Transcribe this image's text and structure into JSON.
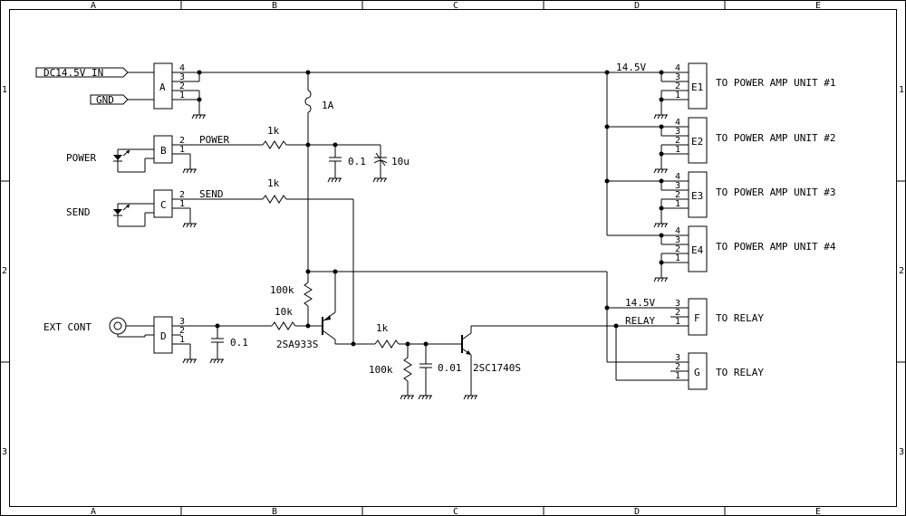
{
  "frame": {
    "cols": [
      "A",
      "B",
      "C",
      "D",
      "E"
    ],
    "rows": [
      "1",
      "2",
      "3"
    ]
  },
  "inputs": {
    "dc_in": "DC14.5V IN",
    "gnd": "GND",
    "power": "POWER",
    "send": "SEND",
    "ext_cont": "EXT CONT"
  },
  "connectors": {
    "A": {
      "name": "A",
      "pins": [
        "4",
        "3",
        "2",
        "1"
      ]
    },
    "B": {
      "name": "B",
      "pins": [
        "2",
        "1"
      ]
    },
    "C": {
      "name": "C",
      "pins": [
        "2",
        "1"
      ]
    },
    "D": {
      "name": "D",
      "pins": [
        "3",
        "2",
        "1"
      ]
    },
    "E1": {
      "name": "E1",
      "pins": [
        "4",
        "3",
        "2",
        "1"
      ]
    },
    "E2": {
      "name": "E2",
      "pins": [
        "4",
        "3",
        "2",
        "1"
      ]
    },
    "E3": {
      "name": "E3",
      "pins": [
        "4",
        "3",
        "2",
        "1"
      ]
    },
    "E4": {
      "name": "E4",
      "pins": [
        "4",
        "3",
        "2",
        "1"
      ]
    },
    "F": {
      "name": "F",
      "pins": [
        "3",
        "2",
        "1"
      ]
    },
    "G": {
      "name": "G",
      "pins": [
        "3",
        "2",
        "1"
      ]
    }
  },
  "nets": {
    "power": "POWER",
    "send": "SEND",
    "v_top": "14.5V",
    "v_relay": "14.5V",
    "relay": "RELAY"
  },
  "components": {
    "fuse": "1A",
    "r_power": "1k",
    "r_send": "1k",
    "r_bias": "100k",
    "r_base": "10k",
    "r_q2base": "1k",
    "r_q2pull": "100k",
    "c_power": "0.1",
    "c_elec": "10u",
    "c_ext": "0.1",
    "c_q2": "0.01",
    "q1": "2SA933S",
    "q2": "2SC1740S"
  },
  "outputs": {
    "E1": "TO POWER AMP UNIT #1",
    "E2": "TO POWER AMP UNIT #2",
    "E3": "TO POWER AMP UNIT #3",
    "E4": "TO POWER AMP UNIT #4",
    "F": "TO RELAY",
    "G": "TO RELAY"
  }
}
